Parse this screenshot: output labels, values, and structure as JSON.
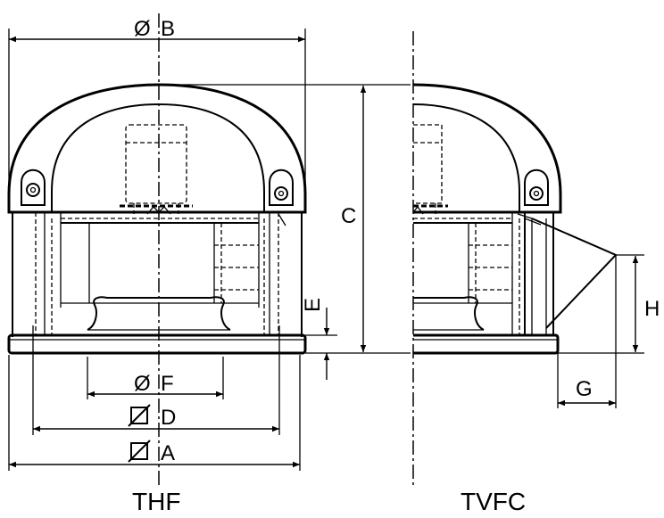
{
  "labels": {
    "B": "B",
    "C": "C",
    "E": "E",
    "F": "F",
    "D": "D",
    "A": "A",
    "H": "H",
    "G": "G"
  },
  "symbols": {
    "diameter": "Ø"
  },
  "captions": {
    "left": "THF",
    "right": "TVFC"
  }
}
